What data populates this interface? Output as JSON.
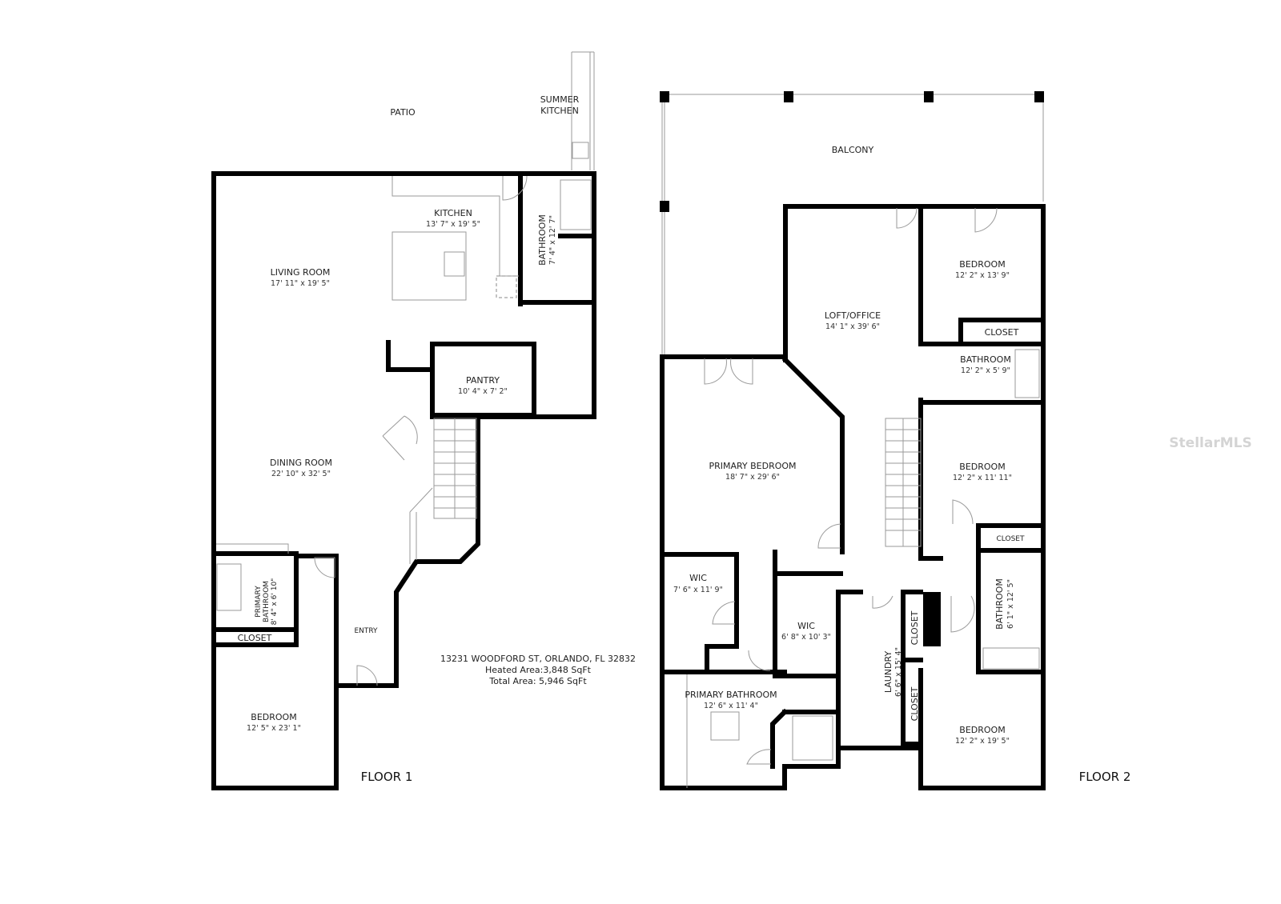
{
  "floor1": {
    "title": "FLOOR 1",
    "rooms": {
      "patio": {
        "name": "PATIO"
      },
      "summer_kitchen": {
        "name_line1": "SUMMER",
        "name_line2": "KITCHEN"
      },
      "kitchen": {
        "name": "KITCHEN",
        "dims": "13' 7\" x 19' 5\""
      },
      "bathroom": {
        "name": "BATHROOM",
        "dims": "7' 4\" x 12' 7\""
      },
      "living_room": {
        "name": "LIVING ROOM",
        "dims": "17' 11\" x 19' 5\""
      },
      "pantry": {
        "name": "PANTRY",
        "dims": "10' 4\" x 7' 2\""
      },
      "dining_room": {
        "name": "DINING ROOM",
        "dims": "22' 10\" x 32' 5\""
      },
      "primary_bathroom": {
        "name_line1": "PRIMARY",
        "name_line2": "BATHROOM",
        "dims": "8' 4\" x 6' 10\""
      },
      "closet": {
        "name": "CLOSET"
      },
      "entry": {
        "name": "ENTRY"
      },
      "bedroom": {
        "name": "BEDROOM",
        "dims": "12' 5\" x 23' 1\""
      }
    }
  },
  "floor2": {
    "title": "FLOOR 2",
    "rooms": {
      "balcony": {
        "name": "BALCONY"
      },
      "loft_office": {
        "name": "LOFT/OFFICE",
        "dims": "14' 1\" x 39' 6\""
      },
      "bedroom_a": {
        "name": "BEDROOM",
        "dims": "12' 2\" x 13' 9\""
      },
      "closet_a": {
        "name": "CLOSET"
      },
      "bathroom_a": {
        "name": "BATHROOM",
        "dims": "12' 2\" x 5' 9\""
      },
      "primary_bedroom": {
        "name": "PRIMARY BEDROOM",
        "dims": "18' 7\" x 29' 6\""
      },
      "bedroom_b": {
        "name": "BEDROOM",
        "dims": "12' 2\" x 11' 11\""
      },
      "closet_b": {
        "name": "CLOSET"
      },
      "wic_a": {
        "name": "WIC",
        "dims": "7' 6\" x 11' 9\""
      },
      "wic_b": {
        "name": "WIC",
        "dims": "6' 8\" x 10' 3\""
      },
      "laundry": {
        "name": "LAUNDRY",
        "dims": "6' 6\" x 15' 4\""
      },
      "closet_c": {
        "name": "CLOSET"
      },
      "closet_d": {
        "name": "CLOSET"
      },
      "bathroom_b": {
        "name": "BATHROOM",
        "dims": "6' 1\" x 12' 5\""
      },
      "primary_bathroom": {
        "name": "PRIMARY BATHROOM",
        "dims": "12' 6\" x 11' 4\""
      },
      "bedroom_c": {
        "name": "BEDROOM",
        "dims": "12' 2\" x 19' 5\""
      }
    }
  },
  "property": {
    "address": "13231 WOODFORD ST, ORLANDO, FL 32832",
    "heated_area": "Heated Area:3,848 SqFt",
    "total_area": "Total Area: 5,946 SqFt"
  },
  "watermark": "StellarMLS"
}
